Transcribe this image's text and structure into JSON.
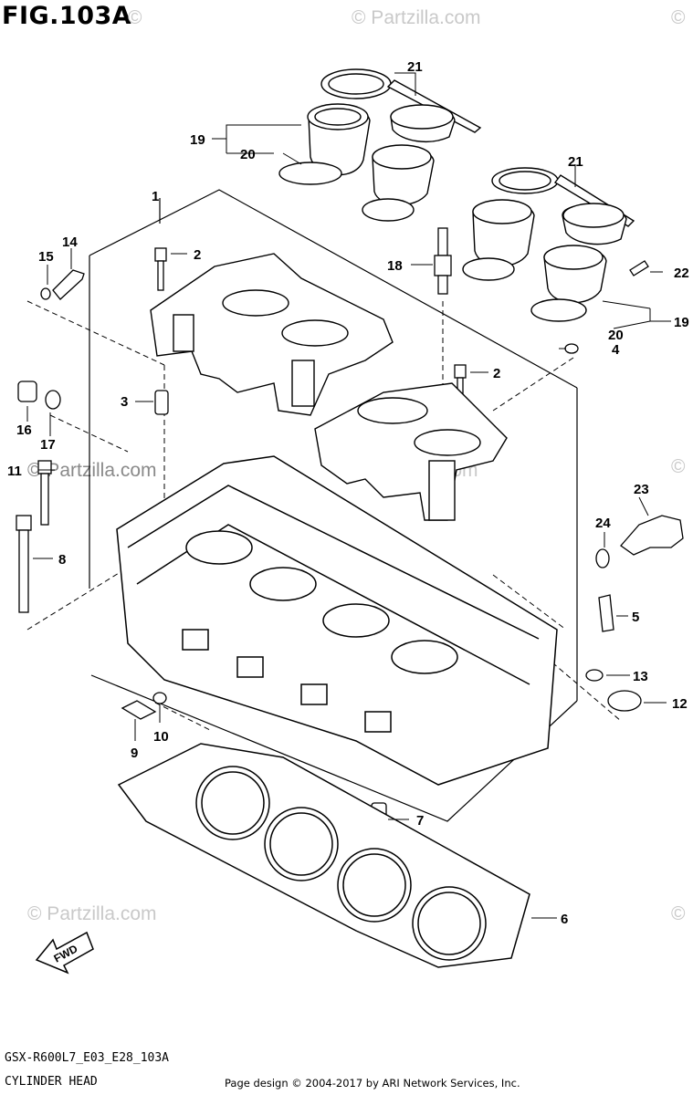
{
  "figure": {
    "title": "FIG.103A",
    "model_code": "GSX-R600L7_E03_E28_103A",
    "caption": "CYLINDER HEAD",
    "credit": "Page design © 2004-2017 by ARI Network Services, Inc."
  },
  "watermarks": {
    "brand": "© Partzilla.com",
    "copyright_symbol": "©",
    "fwd_label": "FWD"
  },
  "callouts": {
    "c1": "1",
    "c2a": "2",
    "c2b": "2",
    "c3": "3",
    "c4": "4",
    "c5": "5",
    "c6": "6",
    "c7": "7",
    "c8": "8",
    "c9": "9",
    "c10": "10",
    "c11": "11",
    "c12": "12",
    "c13": "13",
    "c14": "14",
    "c15": "15",
    "c16": "16",
    "c17": "17",
    "c18": "18",
    "c19a": "19",
    "c19b": "19",
    "c20a": "20",
    "c20b": "20",
    "c21a": "21",
    "c21b": "21",
    "c22": "22",
    "c23": "23",
    "c24": "24"
  }
}
